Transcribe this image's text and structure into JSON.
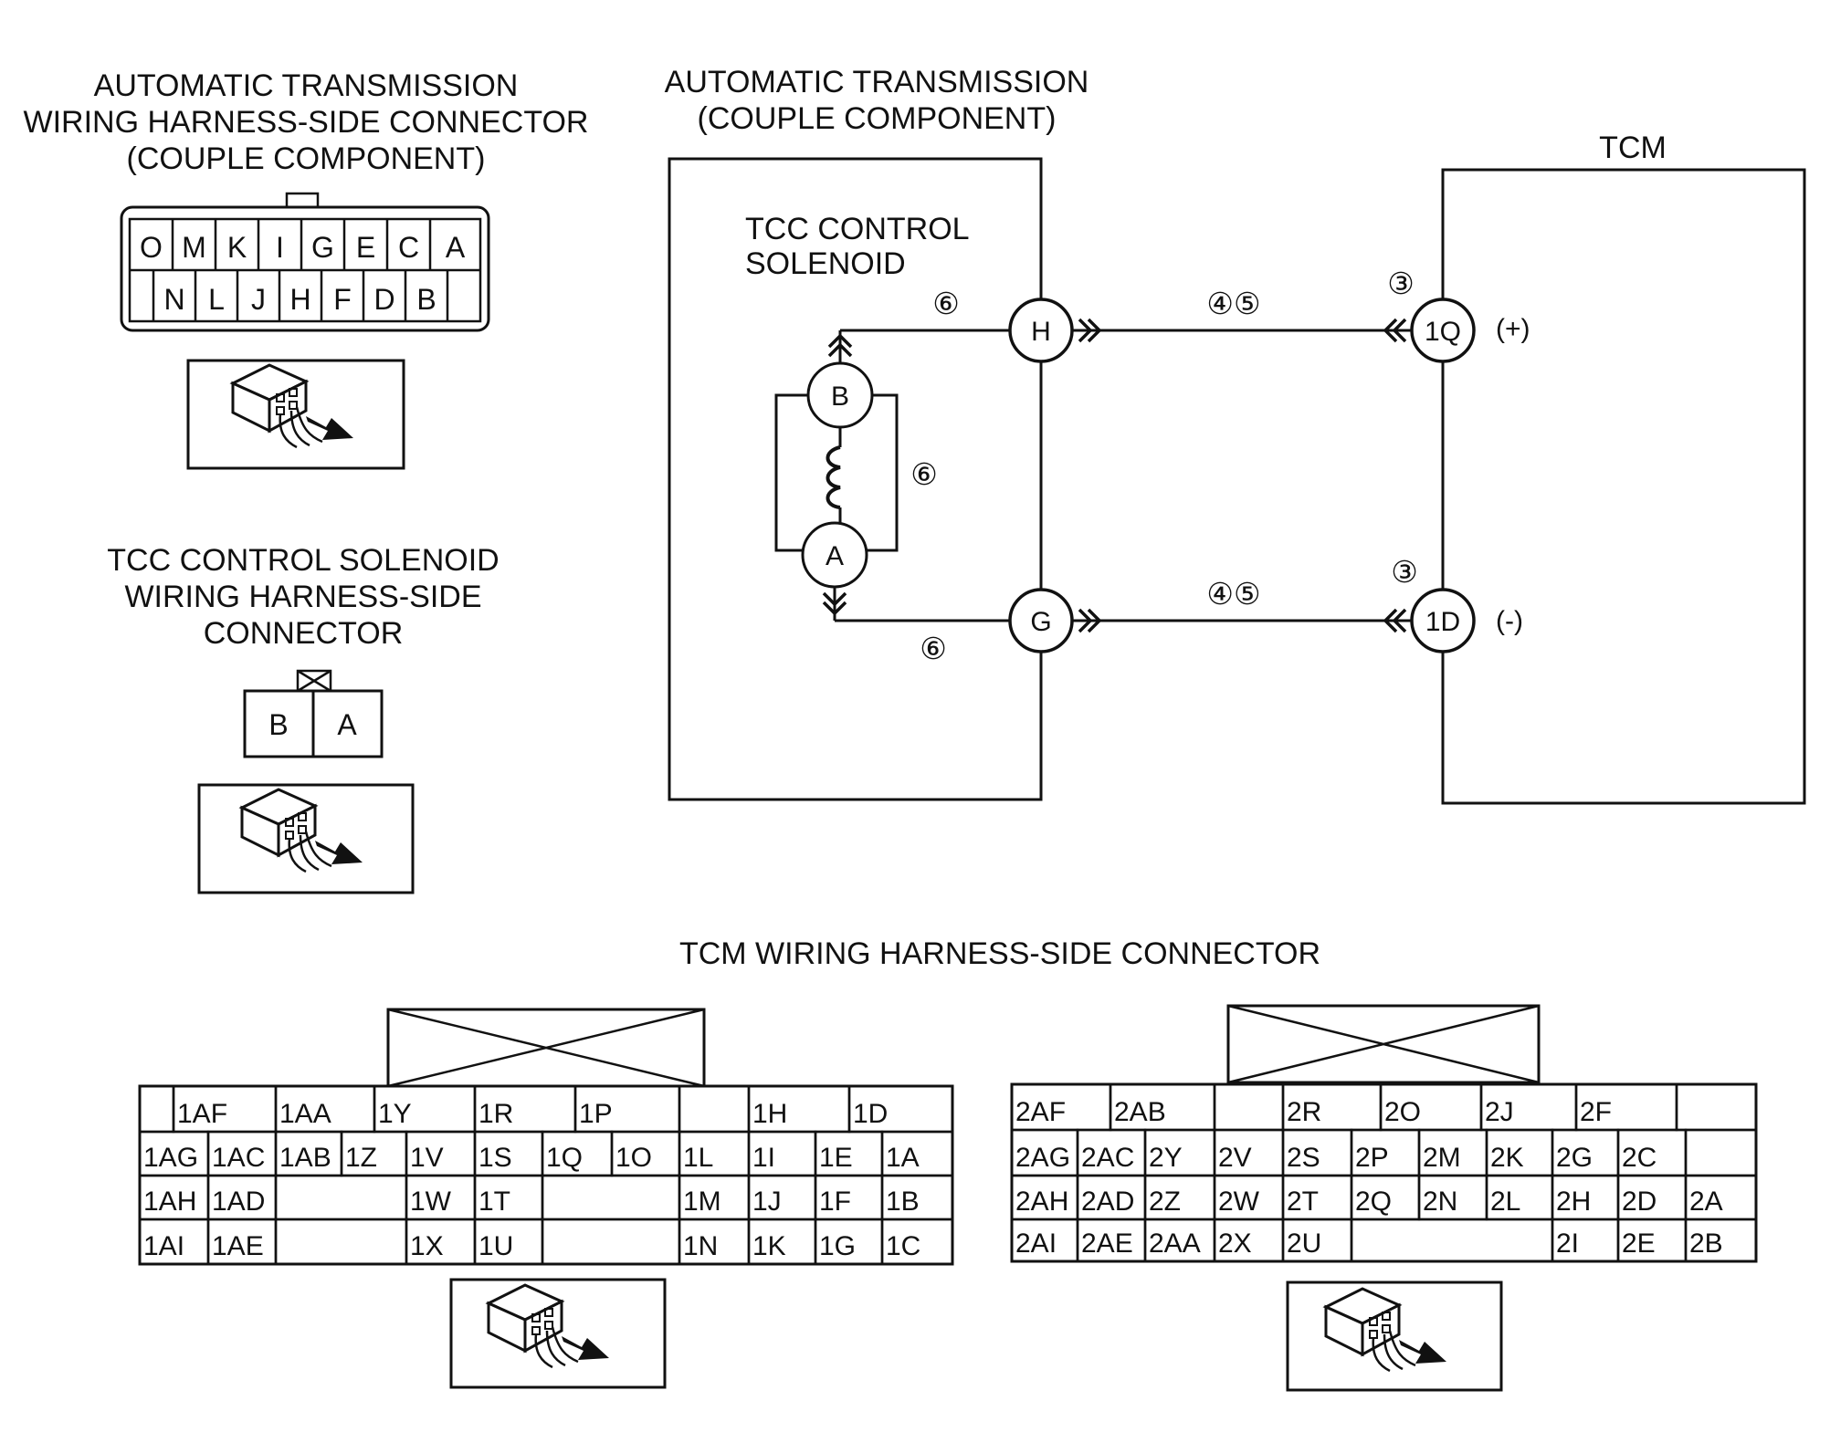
{
  "titles": {
    "at_connector": [
      "AUTOMATIC TRANSMISSION",
      "WIRING HARNESS-SIDE CONNECTOR",
      "(COUPLE COMPONENT)"
    ],
    "tcc_connector": [
      "TCC CONTROL SOLENOID",
      "WIRING HARNESS-SIDE",
      "CONNECTOR"
    ],
    "at_component": [
      "AUTOMATIC TRANSMISSION",
      "(COUPLE COMPONENT)"
    ],
    "tcm": "TCM",
    "solenoid": [
      "TCC CONTROL",
      "SOLENOID"
    ],
    "tcm_connector": "TCM WIRING HARNESS-SIDE CONNECTOR"
  },
  "at_connector": {
    "top_row": [
      "O",
      "M",
      "K",
      "I",
      "G",
      "E",
      "C",
      "A"
    ],
    "bottom_row": [
      "N",
      "L",
      "J",
      "H",
      "F",
      "D",
      "B"
    ]
  },
  "tcc_connector": {
    "pins": [
      "B",
      "A"
    ]
  },
  "schematic": {
    "solenoid_terminals": {
      "top": "B",
      "bottom": "A"
    },
    "at_terminals": {
      "upper": "H",
      "lower": "G"
    },
    "tcm_terminals": {
      "upper": "1Q",
      "lower": "1D"
    },
    "polarity": {
      "upper": "(+)",
      "lower": "(-)"
    },
    "refs": {
      "at_upper_wire": "⑥",
      "solenoid_coil": "⑥",
      "at_lower_wire": "⑥",
      "harness_upper": "④⑤",
      "harness_lower": "④⑤",
      "tcm_upper": "③",
      "tcm_lower": "③"
    }
  },
  "tcm_connector_1": {
    "rows": [
      [
        "",
        "1AF",
        "1AA",
        "1Y",
        "1R",
        "1P",
        "",
        "1H",
        "1D"
      ],
      [
        "1AG",
        "1AC",
        "1AB",
        "1Z",
        "1V",
        "1S",
        "1Q",
        "1O",
        "1L",
        "1I",
        "1E",
        "1A"
      ],
      [
        "1AH",
        "1AD",
        "1W",
        "1T",
        "1M",
        "1J",
        "1F",
        "1B"
      ],
      [
        "1AI",
        "1AE",
        "1X",
        "1U",
        "1N",
        "1K",
        "1G",
        "1C"
      ]
    ]
  },
  "tcm_connector_2": {
    "rows": [
      [
        "2AF",
        "2AB",
        "",
        "2R",
        "2O",
        "2J",
        "2F",
        ""
      ],
      [
        "2AG",
        "2AC",
        "2Y",
        "2V",
        "2S",
        "2P",
        "2M",
        "2K",
        "2G",
        "2C"
      ],
      [
        "2AH",
        "2AD",
        "2Z",
        "2W",
        "2T",
        "2Q",
        "2N",
        "2L",
        "2H",
        "2D",
        "2A"
      ],
      [
        "2AI",
        "2AE",
        "2AA",
        "2X",
        "2U",
        "2I",
        "2E",
        "2B"
      ]
    ]
  }
}
